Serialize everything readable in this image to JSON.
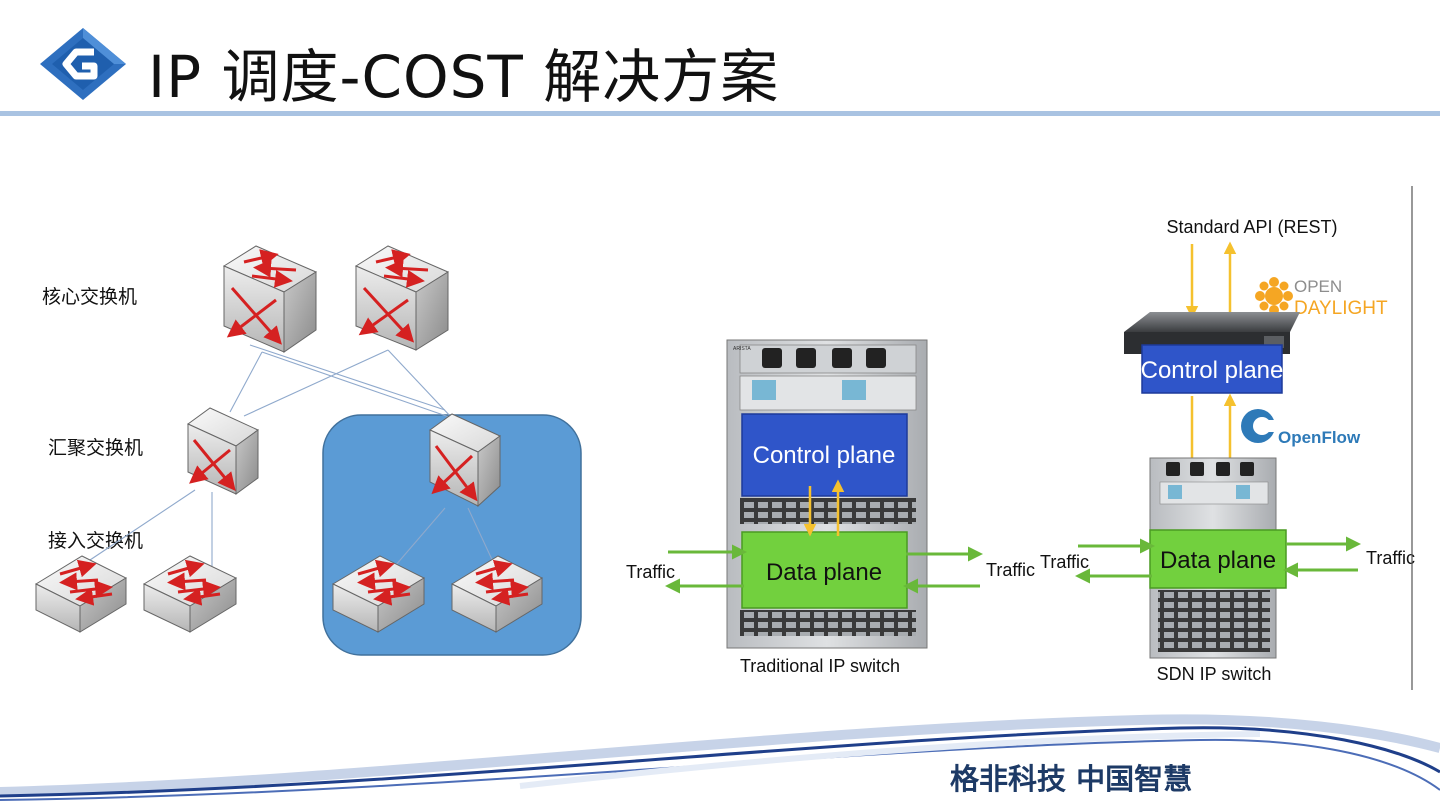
{
  "header": {
    "title": "IP 调度-COST 解决方案"
  },
  "left_diagram": {
    "layers": [
      {
        "label": "核心交换机"
      },
      {
        "label": "汇聚交换机"
      },
      {
        "label": "接入交换机"
      }
    ]
  },
  "traditional_switch": {
    "brand": "ARISTA",
    "control_label": "Control plane",
    "data_label": "Data plane",
    "traffic_left": "Traffic",
    "traffic_right": "Traffic",
    "caption": "Traditional IP switch"
  },
  "sdn_switch": {
    "api_label": "Standard API (REST)",
    "opendaylight_line1": "OPEN",
    "opendaylight_line2": "DAYLIGHT",
    "openflow_label": "OpenFlow",
    "control_label": "Control plane",
    "data_label": "Data plane",
    "traffic_left": "Traffic",
    "traffic_right": "Traffic",
    "caption": "SDN IP switch"
  },
  "footer": {
    "slogan": "格非科技  中国智慧"
  },
  "colors": {
    "header_rule": "#a9c3e2",
    "blue_group": "#5b9bd5",
    "control_plane": "#2f55c9",
    "data_plane": "#72d03e",
    "traffic_arrow": "#69b83a",
    "plane_arrow": "#f5c12e",
    "switch_arrow": "#d52121",
    "footer_text": "#1d3a66"
  }
}
